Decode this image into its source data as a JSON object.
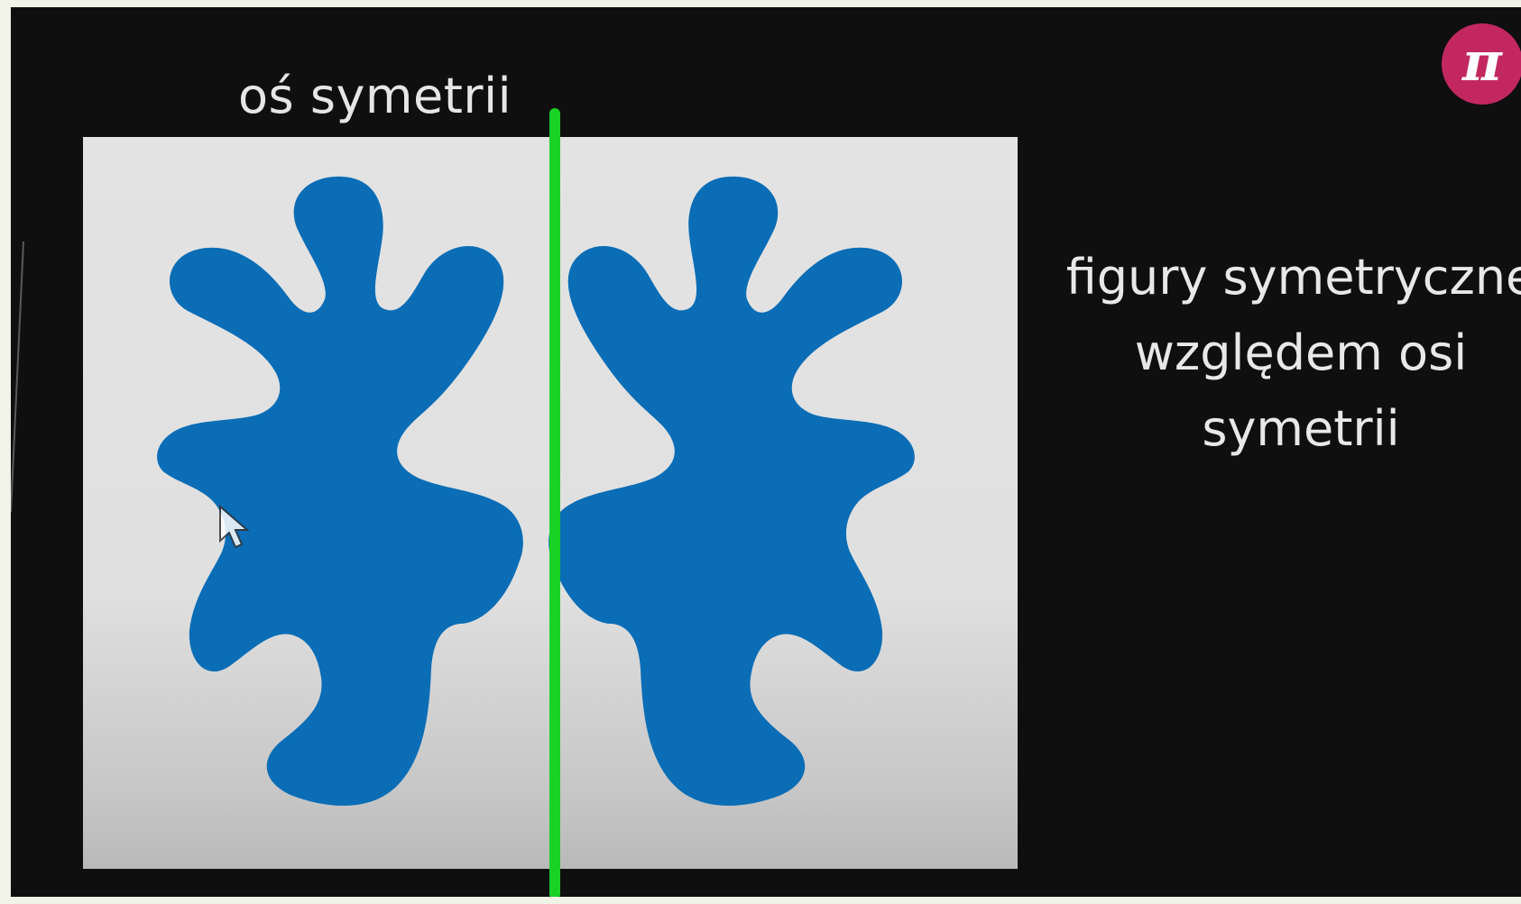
{
  "title": "oś symetrii",
  "caption": {
    "line1": "figury symetryczne",
    "line2": "względem osi",
    "line3": "symetrii"
  },
  "logo": {
    "symbol": "π",
    "icon": "pi-logo-icon",
    "color": "#c2285f"
  },
  "colors": {
    "background": "#0f0f0f",
    "board": "#e0e0e0",
    "shape": "#0a6db6",
    "axis": "#19d226",
    "text": "#e8e8e8"
  },
  "cursor": {
    "icon": "mouse-pointer-icon"
  }
}
